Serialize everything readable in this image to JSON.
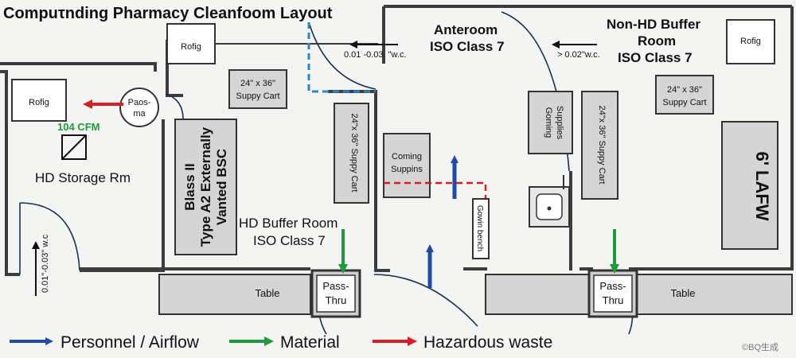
{
  "title": "Compuτnding Pharmacy Cleanfoom Layout",
  "colors": {
    "personnel": "#1f4aa8",
    "material": "#1e9a3c",
    "waste": "#d81f26",
    "door_arc": "#1c2f52",
    "dashed_door": "#2a86c6",
    "wall": "#3d3d3d"
  },
  "rooms": {
    "hd_storage": {
      "label": "HD Storage Rm",
      "cfm": "104 CFM",
      "pressure": "0.01\"-0.03\" w.c"
    },
    "hd_buffer": {
      "line1": "HD Buffer Room",
      "line2": "ISO Class 7"
    },
    "anteroom": {
      "line1": "Anteroom",
      "line2": "ISO Class 7",
      "pressure": "0.01 -0.03. \"w.c."
    },
    "non_hd_buffer": {
      "line1": "Non-HD Buffer",
      "line2": "Room",
      "line3": "ISO Class 7",
      "pressure": "> 0.02\"w.c."
    }
  },
  "equipment": {
    "bsc": {
      "line1": "Blass II",
      "line2": "Type A2 Externally",
      "line3": "Vanted BSC"
    },
    "cart_left": {
      "line1": "24\" x 36\"",
      "line2": "Suppy Cart"
    },
    "cart_right": {
      "line1": "24\" x 36\"",
      "line2": "Suppy Cart"
    },
    "supply_cart_vertical_left": "24\"x 36\" Suppy Cart",
    "supply_cart_vertical_right": "24\"x 36\" Suppy Cart",
    "gowning_supplies": {
      "line1": "Goming",
      "line2": "Supplies"
    },
    "coming_supplies": {
      "line1": "Coming",
      "line2": "Suppins"
    },
    "gown_bench": "Gowin bench",
    "laafw": "6' LAFW",
    "table_left": "Table",
    "table_right": "Table",
    "pass_thru_left": {
      "line1": "Pass-",
      "line2": "Thru"
    },
    "pass_thru_right": {
      "line1": "Pass-",
      "line2": "Thru"
    },
    "pass_box": {
      "line1": "Paos-",
      "line2": "ma"
    },
    "fridge_left": "Rofig",
    "fridge_top": "Rofig",
    "fridge_right": "Rofig"
  },
  "legend": [
    {
      "label": "Personnel / Airflow",
      "color": "#1f4aa8"
    },
    {
      "label": "Material",
      "color": "#1e9a3c"
    },
    {
      "label": "Hazardous waste",
      "color": "#d81f26"
    }
  ],
  "watermark": "©BQ生成"
}
